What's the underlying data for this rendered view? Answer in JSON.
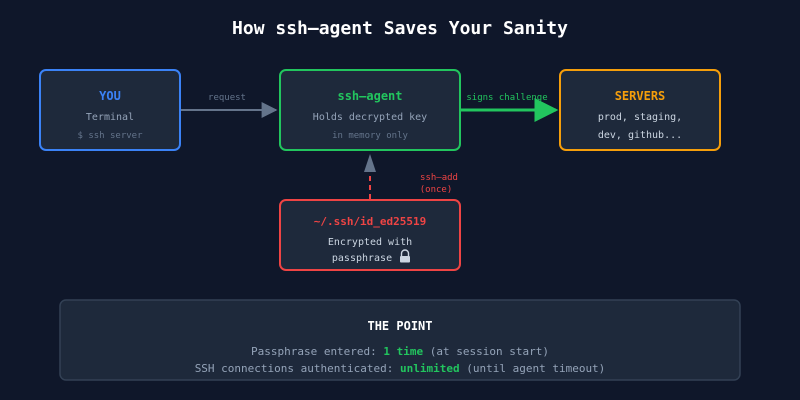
{
  "title": "How ssh–agent Saves Your Sanity",
  "nodes": {
    "you": {
      "title": "YOU",
      "line1": "Terminal",
      "line2": "$ ssh server",
      "color": "#3b82f6"
    },
    "agent": {
      "title": "ssh–agent",
      "line1": "Holds decrypted key",
      "line2": "in memory only",
      "color": "#22c55e"
    },
    "servers": {
      "title": "SERVERS",
      "line1": "prod, staging,",
      "line2": "dev, github...",
      "color": "#f59e0b"
    },
    "key": {
      "title": "~/.ssh/id_ed25519",
      "line1": "Encrypted with",
      "line2": "passphrase",
      "icon": "lock-icon",
      "color": "#ef4444"
    }
  },
  "edges": {
    "request": "request",
    "signs": "signs challenge",
    "sshadd_line1": "ssh–add",
    "sshadd_line2": "(once)"
  },
  "point": {
    "title": "THE POINT",
    "row1_prefix": "Passphrase entered: ",
    "row1_value": "1 time",
    "row1_suffix": " (at session start)",
    "row2_prefix": "SSH connections authenticated: ",
    "row2_value": "unlimited",
    "row2_suffix": " (until agent timeout)"
  },
  "colors": {
    "background": "#0f172a",
    "card": "#1e293b",
    "muted": "#94a3b8",
    "dim": "#64748b",
    "text": "#e2e8f0",
    "green": "#22c55e",
    "red": "#ef4444",
    "arrow_gray": "#64748b"
  }
}
